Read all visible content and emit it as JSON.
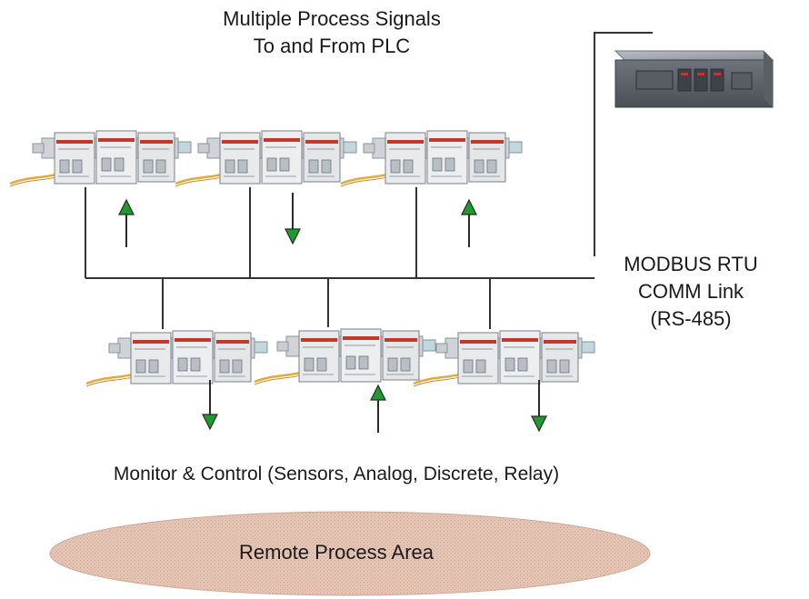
{
  "title": {
    "line1": "Multiple Process Signals",
    "line2": "To and From PLC"
  },
  "link_label": {
    "line1": "MODBUS RTU",
    "line2": "COMM Link",
    "line3": "(RS-485)"
  },
  "monitor_label": "Monitor & Control (Sensors, Analog, Discrete, Relay)",
  "area_label": "Remote Process Area",
  "colors": {
    "arrow": "#1e9a2e",
    "bus": "#333333",
    "area": "#e2c2b4",
    "cable": "#e6a83a"
  },
  "modules": {
    "top": [
      {
        "id": "io-module-1",
        "signal": "up"
      },
      {
        "id": "io-module-2",
        "signal": "down"
      },
      {
        "id": "io-module-3",
        "signal": "up"
      }
    ],
    "bottom": [
      {
        "id": "io-module-4",
        "signal": "down"
      },
      {
        "id": "io-module-5",
        "signal": "up"
      },
      {
        "id": "io-module-6",
        "signal": "down"
      }
    ]
  }
}
